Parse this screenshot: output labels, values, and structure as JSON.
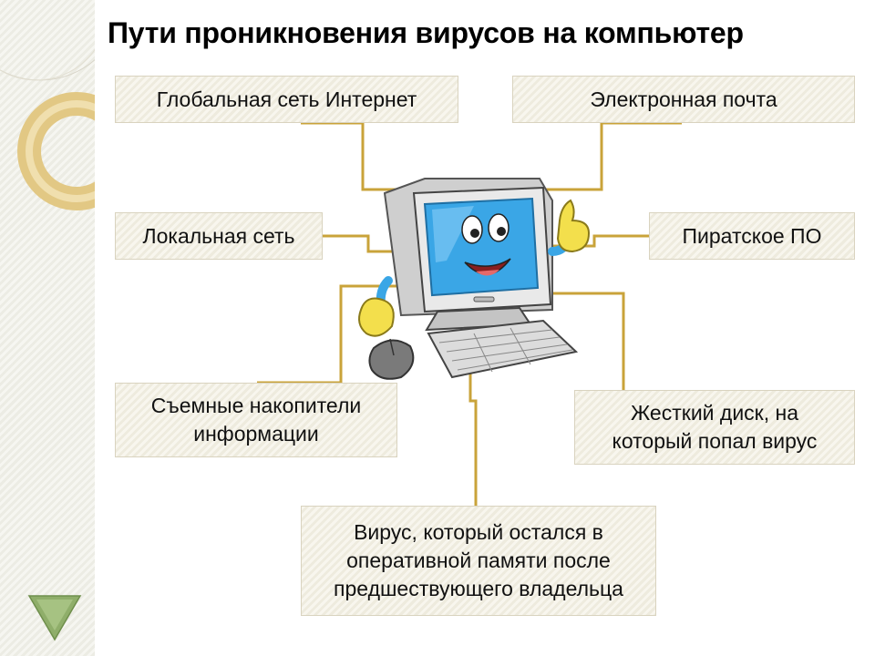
{
  "title": "Пути проникновения вирусов на компьютер",
  "colors": {
    "connector": "#c9a33a",
    "box_border": "#d9d3bf",
    "nav_triangle": "#8fae6a",
    "screen": "#3aa6e6"
  },
  "sources": [
    {
      "id": "internet",
      "label": "Глобальная сеть Интернет"
    },
    {
      "id": "email",
      "label": "Электронная почта"
    },
    {
      "id": "lan",
      "label": "Локальная сеть"
    },
    {
      "id": "pirate",
      "label": "Пиратское ПО"
    },
    {
      "id": "usb",
      "label": "Съемные накопители\nинформации"
    },
    {
      "id": "hdd",
      "label": "Жесткий диск, на\nкоторый попал вирус"
    },
    {
      "id": "ram",
      "label": "Вирус, который остался в\nоперативной памяти после\nпредшествующего владельца"
    }
  ],
  "center_image": "cartoon-computer",
  "nav": {
    "icon": "triangle-down-icon"
  }
}
